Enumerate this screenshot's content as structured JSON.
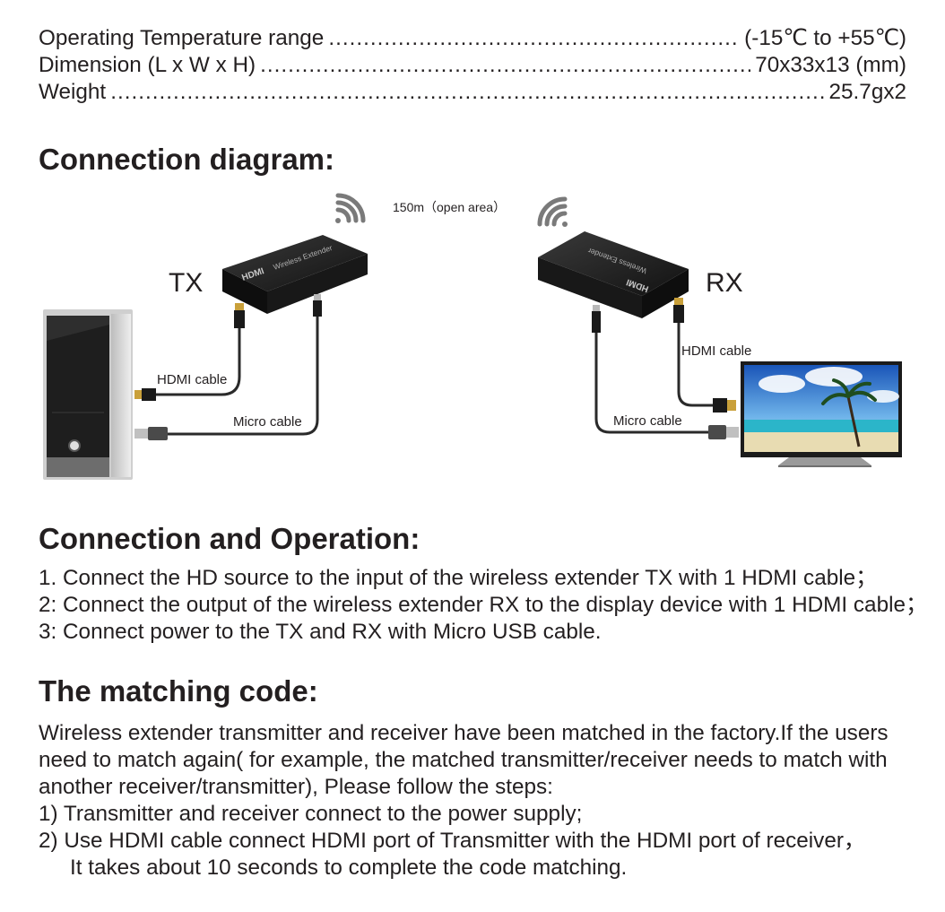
{
  "specs": [
    {
      "label": "Operating Temperature range",
      "value": "(-15℃ to +55℃)"
    },
    {
      "label": "Dimension (L x W x H)",
      "value": "70x33x13 (mm)"
    },
    {
      "label": "Weight",
      "value": "25.7gx2"
    }
  ],
  "diagram": {
    "heading": "Connection diagram:",
    "range_label": "150m（open area）",
    "tx_label": "TX",
    "rx_label": "RX",
    "tx_hdmi_label": "HDMI cable",
    "tx_micro_label": "Micro cable",
    "rx_hdmi_label": "HDMI cable",
    "rx_micro_label": "Micro cable",
    "device_logo": "HDMI",
    "device_name": "Wireless Extender",
    "icons": [
      "pc-tower-icon",
      "tv-icon",
      "tx-extender-device",
      "rx-extender-device",
      "wifi-signal-icon",
      "hdmi-connector-icon",
      "usb-connector-icon"
    ]
  },
  "operation": {
    "heading": "Connection and Operation:",
    "steps": [
      "1. Connect the HD source to the input of the wireless extender TX with 1 HDMI cable；",
      "2: Connect the output of the wireless extender RX to the display device with 1 HDMI cable；",
      "3: Connect power to the TX and RX with Micro USB cable."
    ]
  },
  "matching": {
    "heading": "The matching code:",
    "lines": [
      "Wireless extender transmitter and receiver have been matched in the factory.If the users",
      "need to match again( for example, the matched transmitter/receiver needs to match with",
      "another receiver/transmitter), Please follow the steps:",
      "1) Transmitter and receiver connect to the power supply;",
      "2) Use HDMI cable connect HDMI port of Transmitter with the HDMI port of receiver，",
      "It takes about 10 seconds to complete the code matching."
    ]
  },
  "colors": {
    "text": "#231f20",
    "cable": "#2a2a2a",
    "hdmi_gold": "#c9a03a"
  }
}
